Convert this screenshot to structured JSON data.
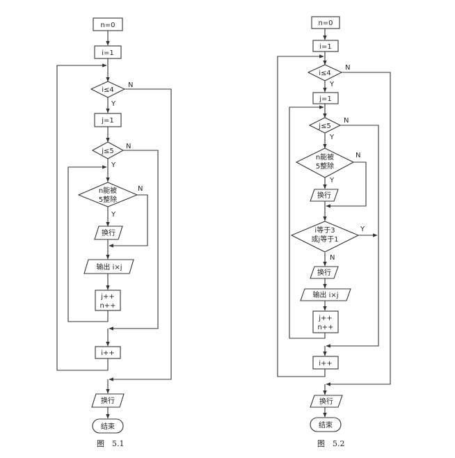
{
  "figure1": {
    "caption": "图　5.1",
    "n0": "n=0",
    "i1": "i=1",
    "cond_i": "i≤4",
    "j1": "j=1",
    "cond_j": "j≤5",
    "div_line1": "n能被",
    "div_line2": "5整除",
    "newline1": "换行",
    "output": "输出 i×j",
    "jpp": "j++",
    "npp": "n++",
    "ipp": "i++",
    "newline2": "换行",
    "end": "结束",
    "yes": "Y",
    "no": "N"
  },
  "figure2": {
    "caption": "图　5.2",
    "n0": "n=0",
    "i1": "i=1",
    "cond_i": "i≤4",
    "j1": "j=1",
    "cond_j": "j≤5",
    "div_line1": "n能被",
    "div_line2": "5整除",
    "newline1": "换行",
    "cond3_line1": "i等于3",
    "cond3_line2": "或j等于1",
    "newline2": "换行",
    "output": "输出 i×j",
    "jpp": "j++",
    "npp": "n++",
    "ipp": "i++",
    "newline3": "换行",
    "end": "结束",
    "yes": "Y",
    "no": "N"
  }
}
